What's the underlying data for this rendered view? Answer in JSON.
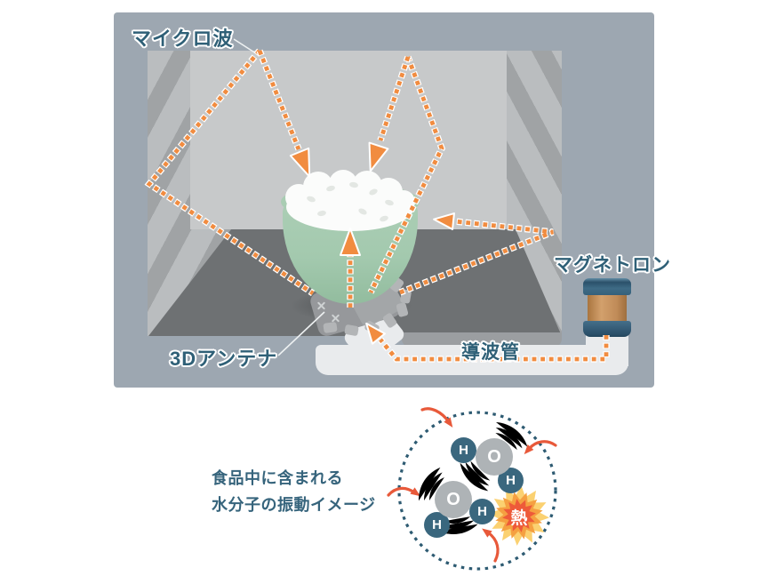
{
  "oven": {
    "microwave_label": "マイクロ波",
    "magnetron_label": "マグネトロン",
    "antenna_label": "3Dアンテナ",
    "waveguide_label": "導波管"
  },
  "molecule_section": {
    "caption_line1": "食品中に含まれる",
    "caption_line2": "水分子の振動イメージ",
    "oxygen_label": "O",
    "hydrogen_label": "H",
    "heat_label": "熱"
  },
  "icons": {
    "microwave_ray": "orange dotted ray",
    "arrowhead": "orange triangle",
    "vibration_arc": "three concentric arcs",
    "heat_burst": "starburst",
    "impact_arrow": "curved red arrow",
    "molecule_circle": "dashed circle"
  },
  "colors": {
    "accent_orange": "#f18c40",
    "label_teal": "#2f6077",
    "bowl_green": "#a9cdb3",
    "heat_red": "#ee5a39",
    "molecule_teal": "#3a677e",
    "molecule_gray": "#aeb3b6",
    "red_arrow": "#e8593a",
    "oven_frame": "#9da7b1"
  }
}
